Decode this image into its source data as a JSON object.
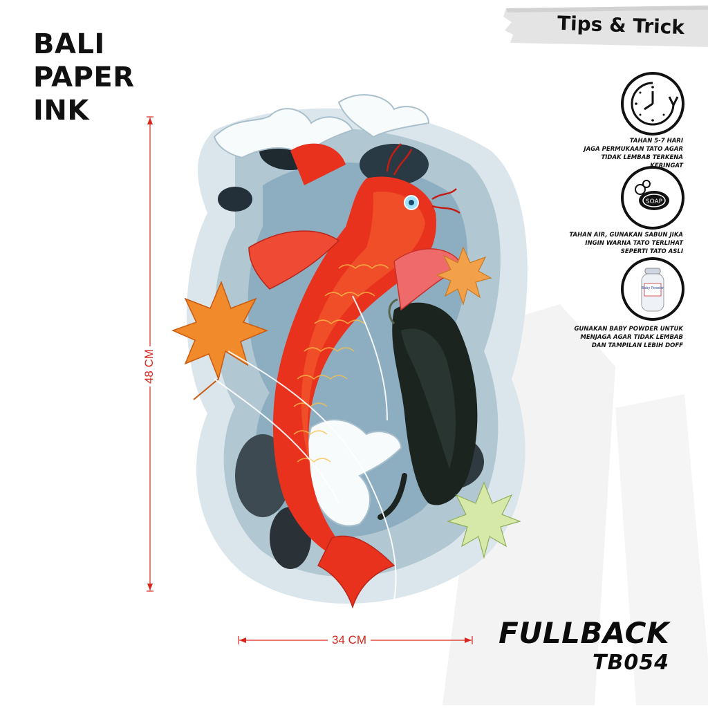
{
  "brand": {
    "lines": [
      "BALI",
      "PAPER",
      "INK"
    ]
  },
  "banner": {
    "text": "Tips & Trick"
  },
  "tips": [
    {
      "icon": "clock-icon",
      "lines": [
        "TAHAN 5-7 HARI",
        "JAGA PERMUKAAN TATO AGAR",
        "TIDAK LEMBAB TERKENA KERINGAT"
      ]
    },
    {
      "icon": "soap-icon",
      "icon_label": "SOAP",
      "lines": [
        "TAHAN AIR, GUNAKAN SABUN JIKA",
        "INGIN WARNA TATO TERLIHAT",
        "SEPERTI TATO ASLI"
      ]
    },
    {
      "icon": "baby-powder-icon",
      "icon_label": "Baby Powder",
      "lines": [
        "GUNAKAN BABY POWDER UNTUK",
        "MENJAGA AGAR TIDAK LEMBAB",
        "DAN TAMPILAN LEBIH DOFF"
      ]
    }
  ],
  "dimensions": {
    "height": "48 CM",
    "width": "34 CM"
  },
  "product": {
    "name": "FULLBACK",
    "code": "TB054"
  },
  "colors": {
    "dimension": "#d9261c",
    "koi_red": "#e8321e",
    "koi_black": "#1c2420",
    "water": "#6f97b0",
    "leaf": "#f08a2a"
  }
}
